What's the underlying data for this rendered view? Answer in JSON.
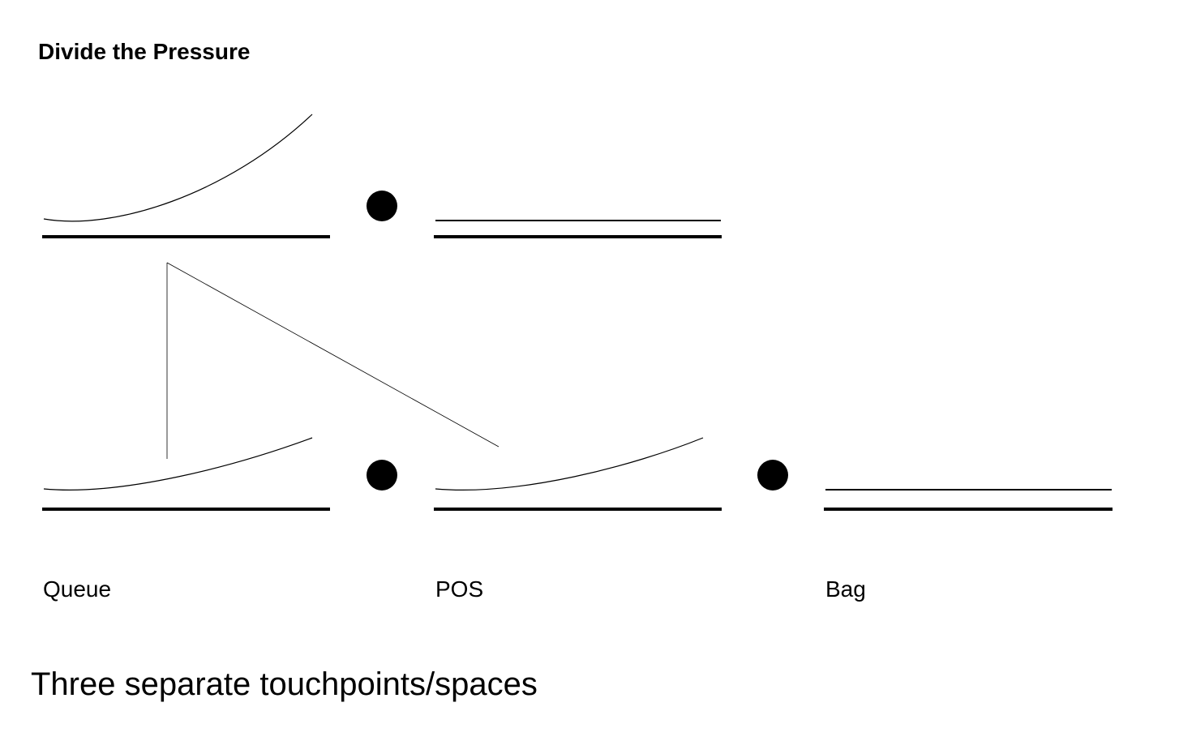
{
  "diagram": {
    "title": "Divide the Pressure",
    "labels": {
      "queue": "Queue",
      "pos": "POS",
      "bag": "Bag"
    },
    "caption": "Three separate touchpoints/spaces"
  }
}
